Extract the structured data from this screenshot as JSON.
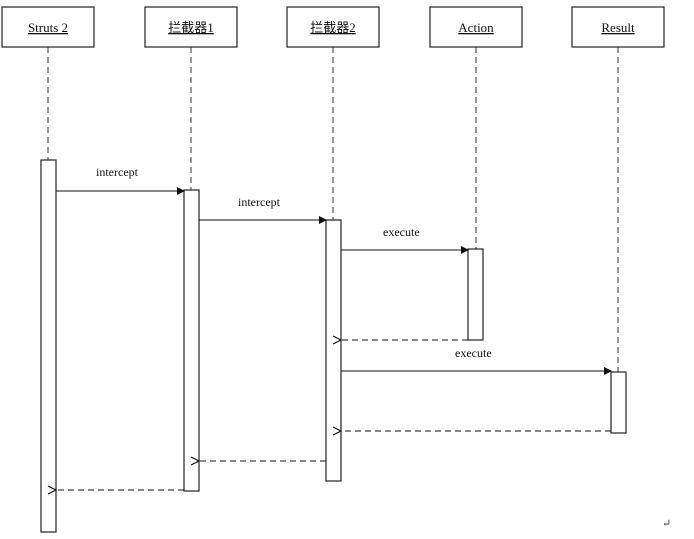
{
  "participants": [
    {
      "id": "struts",
      "label": "Struts 2"
    },
    {
      "id": "interceptor1",
      "label": "拦截器1"
    },
    {
      "id": "interceptor2",
      "label": "拦截器2"
    },
    {
      "id": "action",
      "label": "Action"
    },
    {
      "id": "result",
      "label": "Result"
    }
  ],
  "messages": [
    {
      "id": "m1",
      "from": "struts",
      "to": "interceptor1",
      "label": "intercept",
      "kind": "call"
    },
    {
      "id": "m2",
      "from": "interceptor1",
      "to": "interceptor2",
      "label": "intercept",
      "kind": "call"
    },
    {
      "id": "m3",
      "from": "interceptor2",
      "to": "action",
      "label": "execute",
      "kind": "call"
    },
    {
      "id": "m4",
      "from": "action",
      "to": "interceptor2",
      "label": "",
      "kind": "return"
    },
    {
      "id": "m5",
      "from": "interceptor2",
      "to": "result",
      "label": "execute",
      "kind": "call"
    },
    {
      "id": "m6",
      "from": "result",
      "to": "interceptor2",
      "label": "",
      "kind": "return"
    },
    {
      "id": "m7",
      "from": "interceptor2",
      "to": "interceptor1",
      "label": "",
      "kind": "return"
    },
    {
      "id": "m8",
      "from": "interceptor1",
      "to": "struts",
      "label": "",
      "kind": "return"
    }
  ],
  "corner_mark": "↵"
}
